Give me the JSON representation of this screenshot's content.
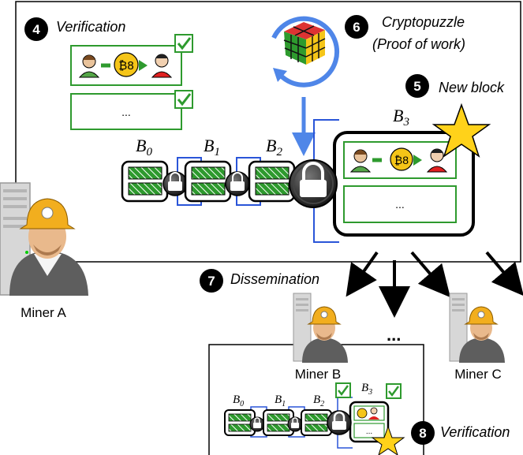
{
  "steps": {
    "s4": {
      "num": "4",
      "label": "Verification"
    },
    "s5": {
      "num": "5",
      "label": "New block"
    },
    "s6": {
      "num": "6",
      "label_line1": "Cryptopuzzle",
      "label_line2": "(Proof of work)"
    },
    "s7": {
      "num": "7",
      "label": "Dissemination"
    },
    "s8": {
      "num": "8",
      "label": "Verification"
    }
  },
  "blocks": {
    "b0": {
      "base": "B",
      "sub": "0"
    },
    "b1": {
      "base": "B",
      "sub": "1"
    },
    "b2": {
      "base": "B",
      "sub": "2"
    },
    "b3": {
      "base": "B",
      "sub": "3"
    }
  },
  "miners": {
    "a": "Miner A",
    "b": "Miner B",
    "c": "Miner C"
  },
  "tx": {
    "coin": "₿8",
    "ellipsis": "..."
  },
  "more_miners": "...",
  "colors": {
    "green": "#2e9a2e",
    "blue": "#2a55d8",
    "arrow_blue": "#4f86e8",
    "star": "#ffd21a",
    "coin": "#f5c518"
  }
}
